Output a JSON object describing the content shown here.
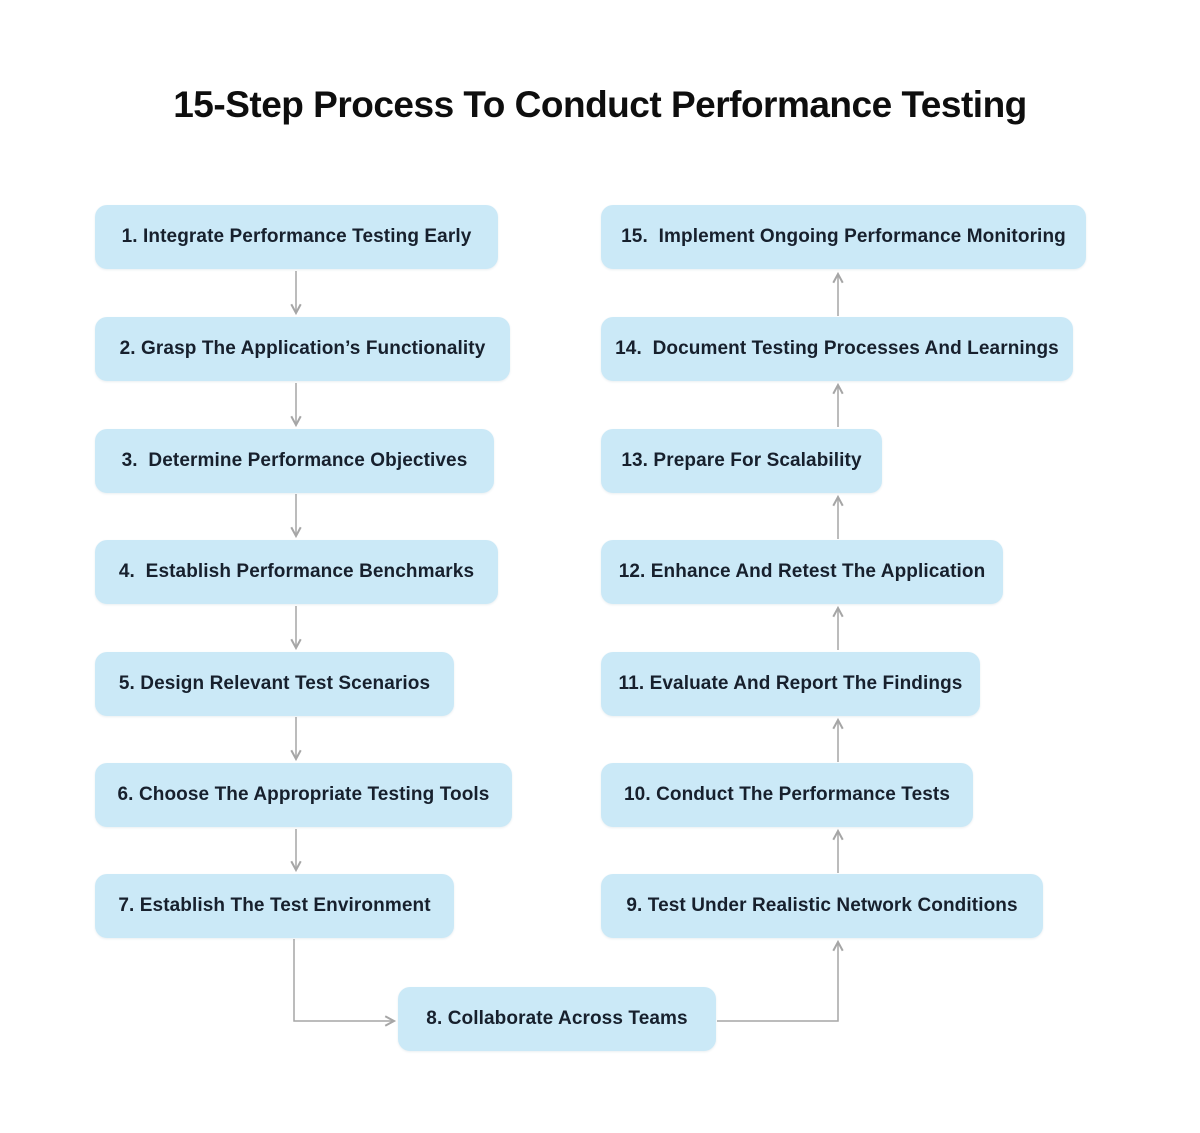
{
  "title": "15-Step Process To Conduct Performance Testing",
  "colors": {
    "background": "#ffffff",
    "box_fill": "#cbe9f7",
    "box_text": "#17202d",
    "title_text": "#0e0e0e",
    "arrow": "#a6a6a6"
  },
  "flow": {
    "left_column_order": "top-to-bottom (steps 1-7)",
    "bottom_center": "step 8",
    "right_column_order": "bottom-to-top (steps 9-15)"
  },
  "steps": [
    {
      "id": 1,
      "label": "1. Integrate Performance Testing Early"
    },
    {
      "id": 2,
      "label": "2. Grasp The Application’s Functionality"
    },
    {
      "id": 3,
      "label": "3.  Determine Performance Objectives"
    },
    {
      "id": 4,
      "label": "4.  Establish Performance Benchmarks"
    },
    {
      "id": 5,
      "label": "5. Design Relevant Test Scenarios"
    },
    {
      "id": 6,
      "label": "6. Choose The Appropriate Testing Tools"
    },
    {
      "id": 7,
      "label": "7. Establish The Test Environment"
    },
    {
      "id": 8,
      "label": "8. Collaborate Across Teams"
    },
    {
      "id": 9,
      "label": "9. Test Under Realistic Network Conditions"
    },
    {
      "id": 10,
      "label": "10. Conduct The Performance Tests"
    },
    {
      "id": 11,
      "label": "11. Evaluate And Report The Findings"
    },
    {
      "id": 12,
      "label": "12. Enhance And Retest The Application"
    },
    {
      "id": 13,
      "label": "13. Prepare For Scalability"
    },
    {
      "id": 14,
      "label": "14.  Document Testing Processes And Learnings"
    },
    {
      "id": 15,
      "label": "15.  Implement Ongoing Performance Monitoring"
    }
  ]
}
